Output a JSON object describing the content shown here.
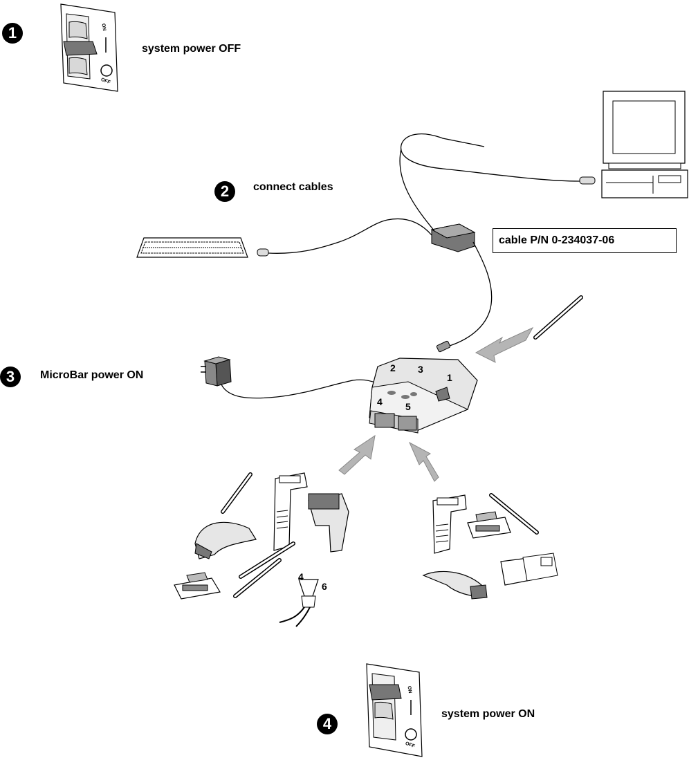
{
  "steps": [
    {
      "number": "1",
      "text": "system power OFF"
    },
    {
      "number": "2",
      "text": "connect cables"
    },
    {
      "number": "3",
      "text": "MicroBar power ON"
    },
    {
      "number": "4",
      "text": "system power ON"
    }
  ],
  "switch_labels": {
    "on": "ON",
    "off": "OFF"
  },
  "cable_label": "cable P/N 0-234037-06",
  "microbar_ports": [
    "1",
    "2",
    "3",
    "4",
    "5"
  ],
  "connector_pins": [
    "4",
    "6"
  ],
  "icons": {
    "power_switch": "power-switch-icon",
    "computer": "computer-icon",
    "keyboard": "keyboard-icon",
    "wedge_box": "interface-box-icon",
    "power_adapter": "power-adapter-icon",
    "microbar": "microbar-decoder-icon",
    "wand": "wand-scanner-icon",
    "gun": "handheld-scanner-icon",
    "slot": "slot-reader-icon"
  },
  "colors": {
    "ink": "#000000",
    "arrow": "#b5b5b5",
    "panel": "#ffffff",
    "device": "#e6e6e6"
  }
}
